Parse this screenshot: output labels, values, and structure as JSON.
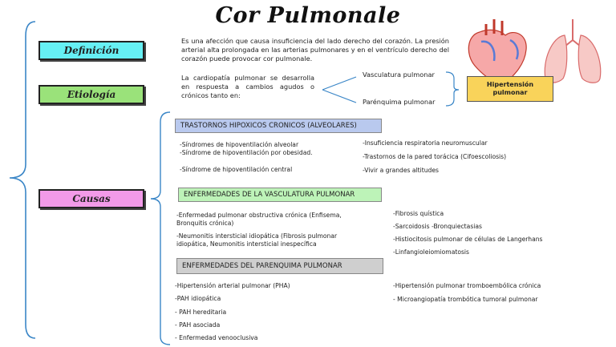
{
  "title": "Cor Pulmonale",
  "labels": {
    "definicion": "Definición",
    "etiologia": "Etiología",
    "causas": "Causas"
  },
  "definicion_text": "Es una afección que causa insuficiencia del lado derecho del corazón. La presión arterial alta prolongada en las arterias pulmonares y en el ventrículo derecho del corazón puede provocar cor pulmonale.",
  "etiologia": {
    "text": "La cardiopatía pulmonar se desarrolla en respuesta a cambios agudos o crónicos tanto en:",
    "branches": [
      "Vasculatura pulmonar",
      "Parénquima pulmonar"
    ],
    "result": "Hipertensión pulmonar"
  },
  "causas": {
    "hipoxicos": {
      "header": "TRASTORNOS HIPOXICOS CRONICOS (ALVEOLARES)",
      "left": [
        "-Síndromes de hipoventilación alveolar",
        "-Síndrome de hipoventilación por obesidad.",
        "-Síndrome de hipoventilación central"
      ],
      "right": [
        "-Insuficiencia respiratoria neuromuscular",
        "-Trastornos de la pared torácica (Cifoescoliosis)",
        "-Vivir a grandes altitudes"
      ]
    },
    "vasculatura": {
      "header": "ENFERMEDADES DE LA VASCULATURA PULMONAR",
      "left": [
        "-Enfermedad pulmonar obstructiva crónica (Enfisema, Bronquitis crónica)",
        "-Neumonitis intersticial idiopática (Fibrosis pulmonar idiopática, Neumonitis intersticial inespecífica"
      ],
      "right": [
        "-Fibrosis quística",
        "-Sarcoidosis -Bronquiectasias",
        "-Histiocitosis pulmonar de células de Langerhans",
        "-Linfangioleiomiomatosis"
      ]
    },
    "parenquima": {
      "header": "ENFERMEDADES DEL PARENQUIMA PULMONAR",
      "left": [
        "-Hipertensión arterial pulmonar (PHA)",
        "-PAH idiopática",
        "- PAH hereditaria",
        "- PAH asociada",
        "- Enfermedad venooclusiva"
      ],
      "right": [
        "-Hipertensión pulmonar tromboembólica crónica",
        "- Microangiopatía trombótica tumoral pulmonar"
      ]
    }
  },
  "colors": {
    "definicion": "#66f0f4",
    "etiologia": "#9ae27a",
    "causas": "#f29ae8",
    "hipoxicos": "#b9c9ee",
    "vasculatura": "#bdf3b8",
    "parenquima": "#cfcfcf",
    "hipertension": "#f9d35a",
    "bracket": "#3a86c7"
  }
}
